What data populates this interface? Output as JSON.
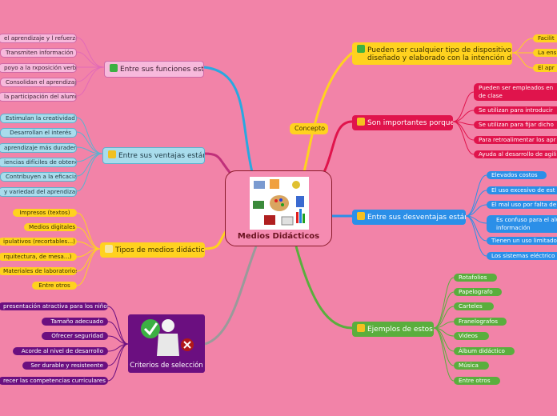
{
  "center": {
    "title": "Medios Didácticos"
  },
  "concepto": {
    "label": "Concepto",
    "headline_line1": "Pueden ser cualquier tipo de dispositivo",
    "headline_line2": "diseñado y elaborado con la intención de:",
    "items": [
      "Facilit",
      "La ens",
      "El apr"
    ]
  },
  "funciones": {
    "label": "Entre sus funciones esta:",
    "items": [
      "el aprendizaje y l refuerzan",
      "Transmiten información",
      "poyo a la rxposición verbal",
      "Consolidan el aprendizaje",
      "la participación del alumno"
    ]
  },
  "ventajas": {
    "label": "Entre sus ventajas están:",
    "items": [
      "Estimulan la creatividad",
      "Desarrollan el interés",
      "aprendizaje más duradero",
      "iencias difíciles de obtener",
      "Contribuyen a la eficacia",
      "y variedad del aprendizaje"
    ]
  },
  "tipos": {
    "label": "Tipos de medios didácticos",
    "items": [
      "Impresos (textos)",
      "Medios digitales",
      "ipulativos (recortables...)",
      "rquitectura, de mesa...)",
      "Materiales de laboratorios",
      "Entre otros"
    ]
  },
  "criterios": {
    "label": "Criterios de selección",
    "items": [
      "presentación atractiva para los niños",
      "Tamaño adecuado",
      "Ofrecer seguridad",
      "Acorde al nivel de desarrollo",
      "Ser durable y resisteente",
      "recer las competencias curriculares"
    ]
  },
  "importantes": {
    "label": "Son importantes porque:",
    "items": [
      "Pueden ser empleados en",
      "de clase",
      "Se utilizan para introducir",
      "Se utilizan para fijar dicho",
      "Para retroalimentar los apr",
      "Ayuda al desarrollo de agili"
    ]
  },
  "desventajas": {
    "label": "Entre sus desventajas están:",
    "items": [
      "Elevados costos",
      "El uso excesivo de est",
      "El mal uso por falta de",
      "Es confuso para el alu",
      "información",
      "Tienen un uso limitado",
      "Los sistemas eléctrico"
    ]
  },
  "ejemplos": {
    "label": "Ejemplos de estos:",
    "items": [
      "Rotafolios",
      "Papelografo",
      "Carteles",
      "Franelografos",
      "Videos",
      "Álbum didáctico",
      "Música",
      "Entre otros"
    ]
  },
  "colors": {
    "background": "#f283a8",
    "magenta": "#e26ab7",
    "cyan": "#5cb2cf",
    "yellow": "#ffd21f",
    "purple": "#6b0f80",
    "red": "#e0144c",
    "blue": "#2b8fe8",
    "green": "#5aae3d"
  }
}
